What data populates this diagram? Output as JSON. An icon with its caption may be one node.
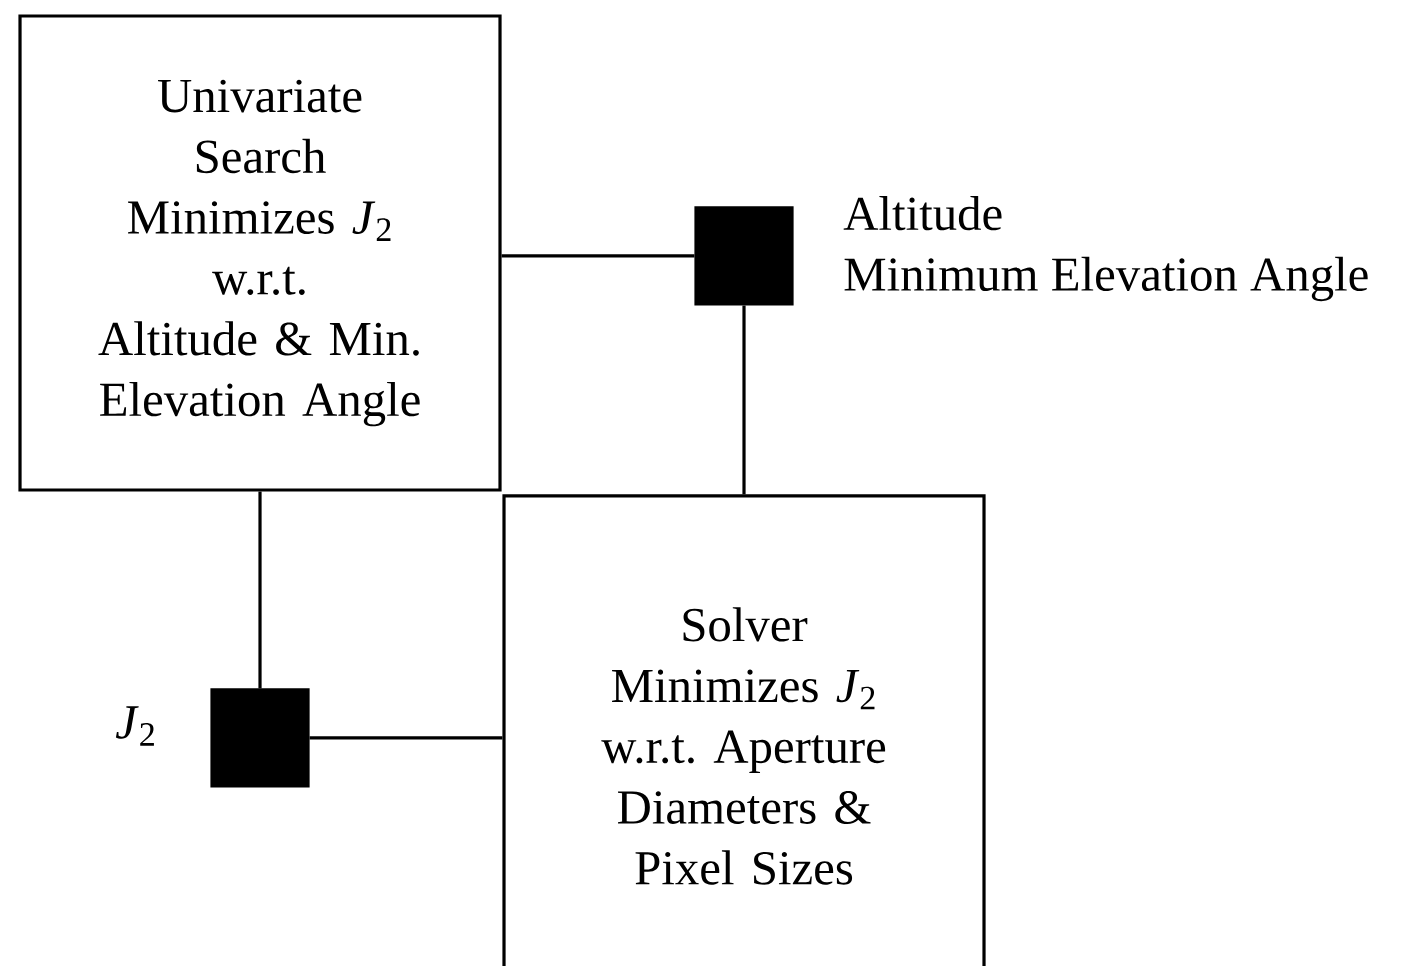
{
  "diagram": {
    "nodes": [
      {
        "text": [
          "Univariate Search",
          "Minimizes *J*$_{2}$",
          "w.r.t.",
          "Altitude & Min. Elevation Angle"
        ]
      },
      {
        "text": [],
        "shape": "box",
        "beside": [
          "Altitude",
          "Minimum Elevation Angle"
        ]
      },
      {
        "text": [
          "Solver",
          "Minimizes *J*$_{2}$",
          "w.r.t. Aperture Diameters & Pixel Sizes"
        ]
      },
      {
        "text": [],
        "shape": "box",
        "beside": [
          "*J*$_{2}$"
        ]
      }
    ],
    "edges": [
      {
        "from": 0,
        "to": 1,
        "arrow": "none"
      },
      {
        "from": 1,
        "to": 2,
        "arrow": "none"
      },
      {
        "from": 0,
        "to": 3,
        "arrow": "none"
      },
      {
        "from": 3,
        "to": 2,
        "arrow": "none"
      }
    ]
  }
}
